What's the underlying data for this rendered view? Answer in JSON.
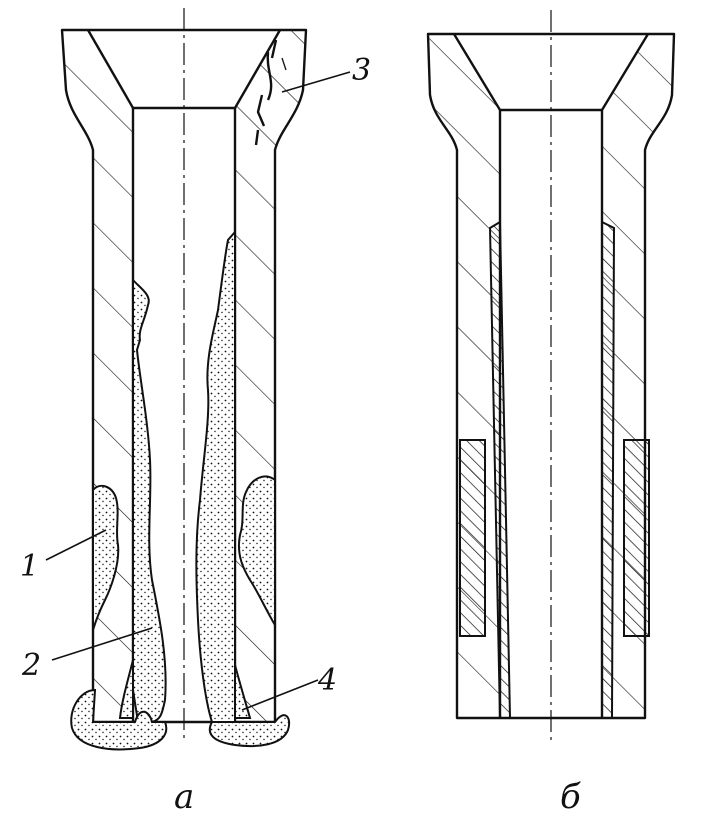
{
  "figure_a": {
    "caption": "а",
    "callouts": [
      "1",
      "2",
      "3",
      "4"
    ]
  },
  "figure_b": {
    "caption": "б"
  }
}
